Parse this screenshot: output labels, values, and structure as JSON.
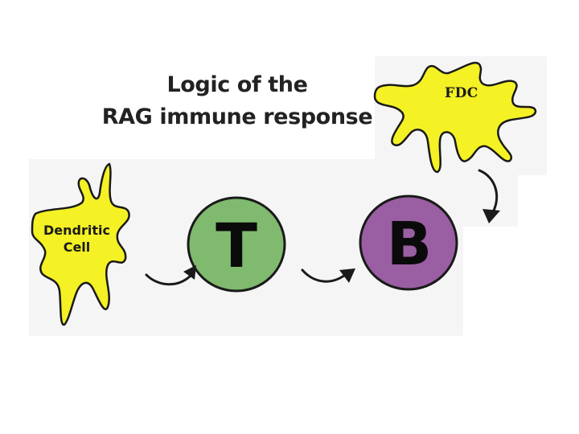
{
  "title": {
    "line1": "Logic of the",
    "line2": "RAG immune response"
  },
  "cells": {
    "dendritic": {
      "line1": "Dendritic",
      "line2": "Cell",
      "color": "#f4f125"
    },
    "fdc": {
      "label": "FDC",
      "color": "#f4f125"
    },
    "t_cell": {
      "label": "T",
      "color": "#7fba6e"
    },
    "b_cell": {
      "label": "B",
      "color": "#9a5ea2"
    }
  },
  "colors": {
    "outline": "#1a1a1a",
    "panel": "#f5f5f5"
  },
  "arrows": [
    {
      "from": "dendritic-cell",
      "to": "t-cell"
    },
    {
      "from": "t-cell",
      "to": "b-cell"
    },
    {
      "from": "fdc",
      "to": "b-cell"
    }
  ]
}
